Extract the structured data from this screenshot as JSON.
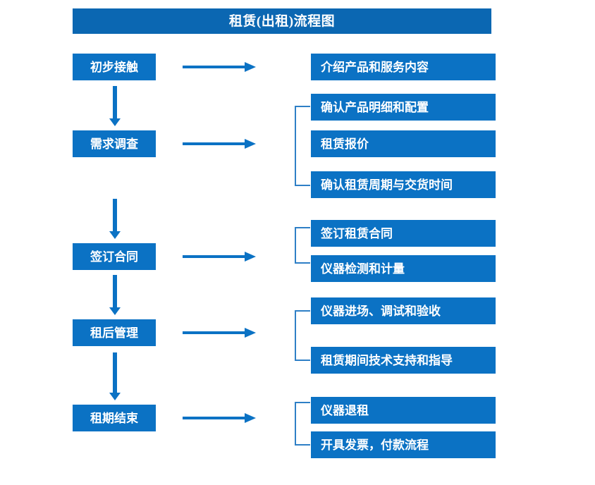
{
  "diagram": {
    "title": "租赁(出租)流程图",
    "colors": {
      "title_bar": "#0B67B2",
      "box": "#0B72C4",
      "arrow": "#0B72C4",
      "bracket": "#2E7FC6",
      "text": "#FFFFFF",
      "background": "#FFFFFF"
    },
    "stages": [
      {
        "label": "初步接触"
      },
      {
        "label": "需求调查"
      },
      {
        "label": "签订合同"
      },
      {
        "label": "租后管理"
      },
      {
        "label": "租期结束"
      }
    ],
    "details": [
      {
        "label": "介绍产品和服务内容"
      },
      {
        "label": "确认产品明细和配置"
      },
      {
        "label": "租赁报价"
      },
      {
        "label": "确认租赁周期与交货时间"
      },
      {
        "label": "签订租赁合同"
      },
      {
        "label": "仪器检测和计量"
      },
      {
        "label": "仪器进场、调试和验收"
      },
      {
        "label": "租赁期间技术支持和指导"
      },
      {
        "label": "仪器退租"
      },
      {
        "label": "开具发票，付款流程"
      }
    ],
    "connectors": {
      "horizontal_arrow_count": 5,
      "vertical_arrow_count": 4,
      "bracket_count": 4
    }
  }
}
